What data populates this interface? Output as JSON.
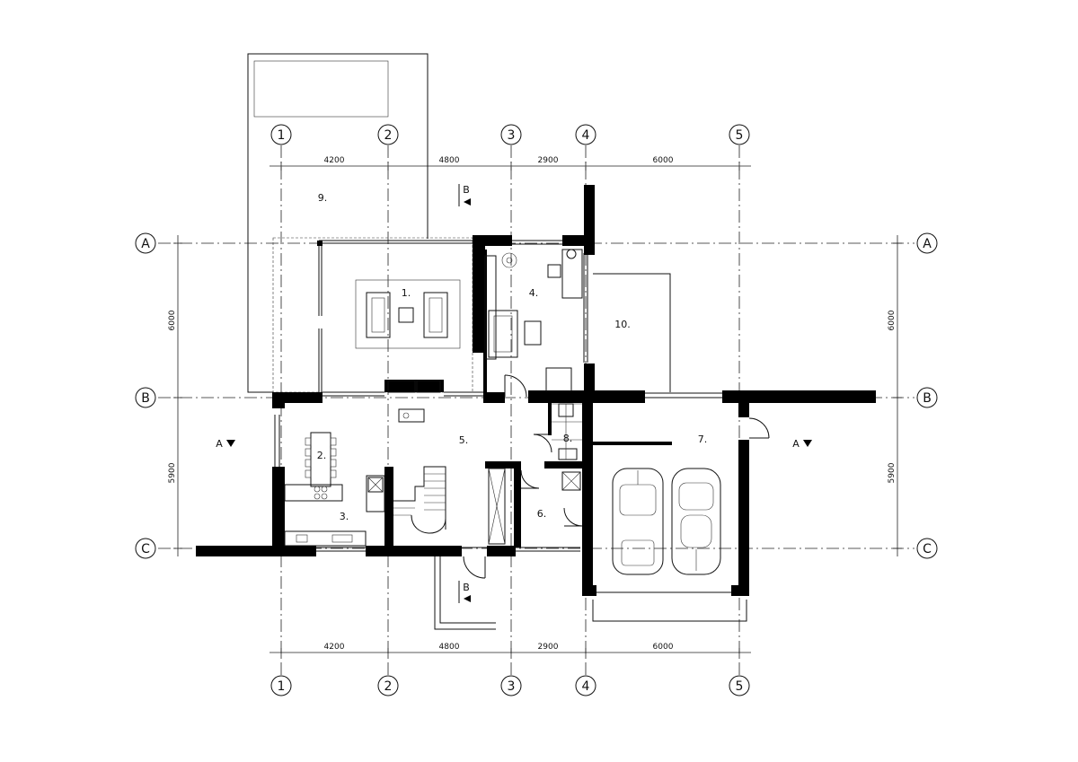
{
  "drawing": {
    "column_axes": [
      "1",
      "2",
      "3",
      "4",
      "5"
    ],
    "row_axes": [
      "A",
      "B",
      "C"
    ],
    "column_dimensions": [
      "4200",
      "4800",
      "2900",
      "6000"
    ],
    "row_dimensions": [
      "6000",
      "5900"
    ],
    "rooms": [
      "1.",
      "2.",
      "3.",
      "4.",
      "5.",
      "6.",
      "7.",
      "8.",
      "9.",
      "10."
    ],
    "section_marks": {
      "a": "A",
      "b": "B"
    }
  }
}
